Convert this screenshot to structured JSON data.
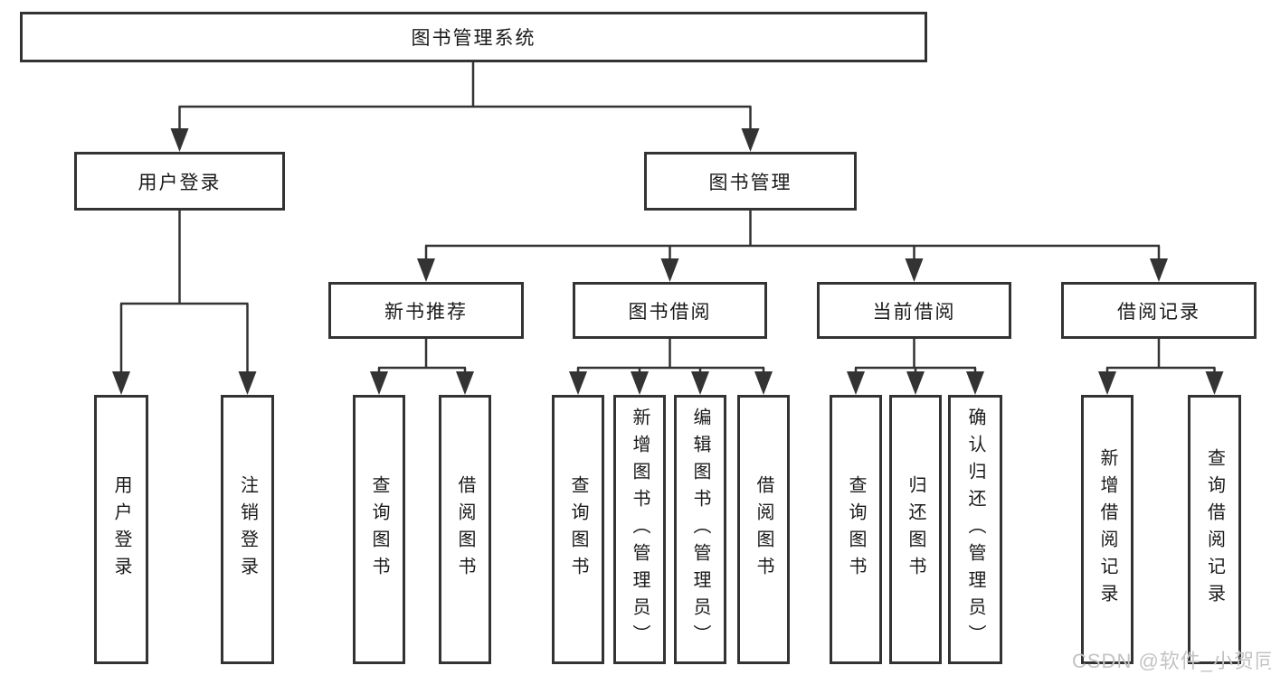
{
  "diagram": {
    "root": {
      "label": "图书管理系统"
    },
    "branches": [
      {
        "label": "用户登录",
        "children": [
          {
            "label": "用户登录"
          },
          {
            "label": "注销登录"
          }
        ]
      },
      {
        "label": "图书管理",
        "children": [
          {
            "label": "新书推荐",
            "children": [
              {
                "label": "查询图书"
              },
              {
                "label": "借阅图书"
              }
            ]
          },
          {
            "label": "图书借阅",
            "children": [
              {
                "label": "查询图书"
              },
              {
                "label": "新增图书（管理员）"
              },
              {
                "label": "编辑图书（管理员）"
              },
              {
                "label": "借阅图书"
              }
            ]
          },
          {
            "label": "当前借阅",
            "children": [
              {
                "label": "查询图书"
              },
              {
                "label": "归还图书"
              },
              {
                "label": "确认归还（管理员）"
              }
            ]
          },
          {
            "label": "借阅记录",
            "children": [
              {
                "label": "新增借阅记录"
              },
              {
                "label": "查询借阅记录"
              }
            ]
          }
        ]
      }
    ],
    "colors": {
      "line": "#333333",
      "text": "#1a1a1a",
      "background": "#ffffff",
      "watermark": "#c3c3c3"
    }
  },
  "watermark": {
    "text": "CSDN @软件_小贺同学"
  }
}
